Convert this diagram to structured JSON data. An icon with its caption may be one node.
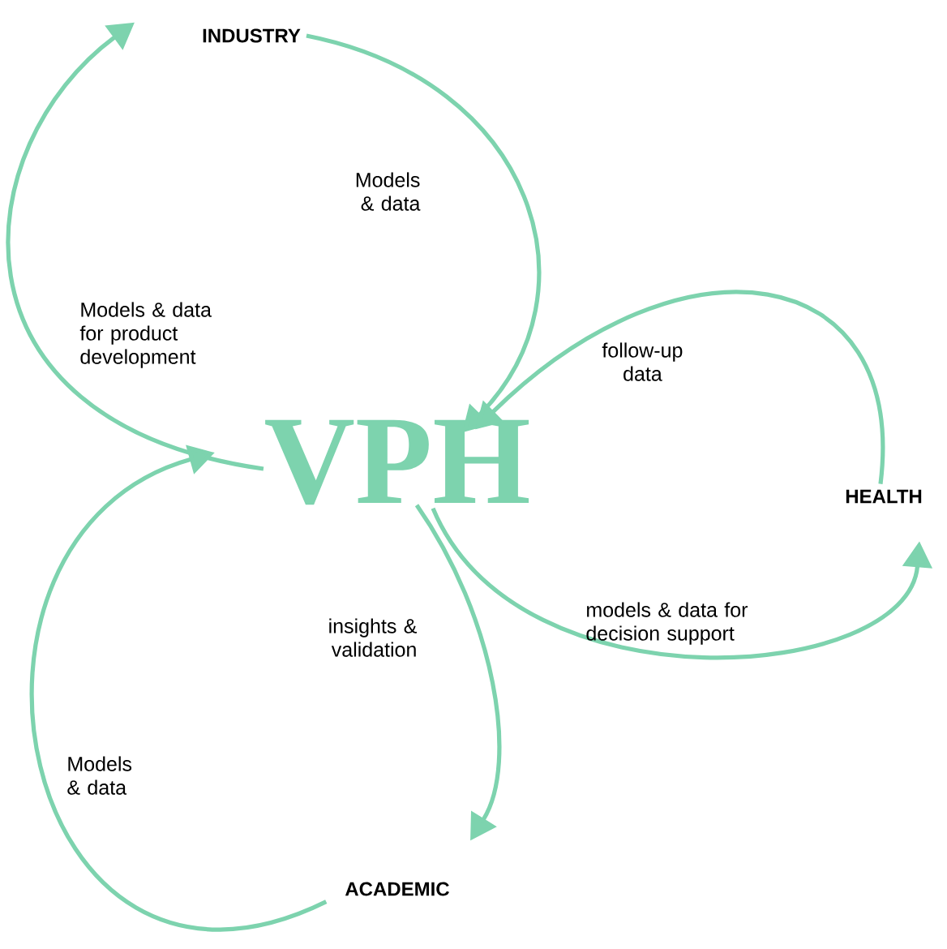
{
  "diagram": {
    "nodes": [
      {
        "text": [
          "INDUSTRY"
        ]
      },
      {
        "text": [
          "VPH"
        ]
      },
      {
        "text": [
          "HEALTH"
        ]
      },
      {
        "text": [
          "ACADEMIC"
        ]
      }
    ],
    "edges": [
      {
        "from": 0,
        "to": 1,
        "arrow": "to",
        "label": "Models & data"
      },
      {
        "from": 1,
        "to": 0,
        "arrow": "to",
        "label": "Models & data for product development"
      },
      {
        "from": 2,
        "to": 1,
        "arrow": "to",
        "label": "follow-up data"
      },
      {
        "from": 1,
        "to": 2,
        "arrow": "to",
        "label": "models & data for decision support"
      },
      {
        "from": 1,
        "to": 3,
        "arrow": "to",
        "label": "insights & validation"
      },
      {
        "from": 3,
        "to": 1,
        "arrow": "to",
        "label": "Models & data"
      }
    ]
  }
}
